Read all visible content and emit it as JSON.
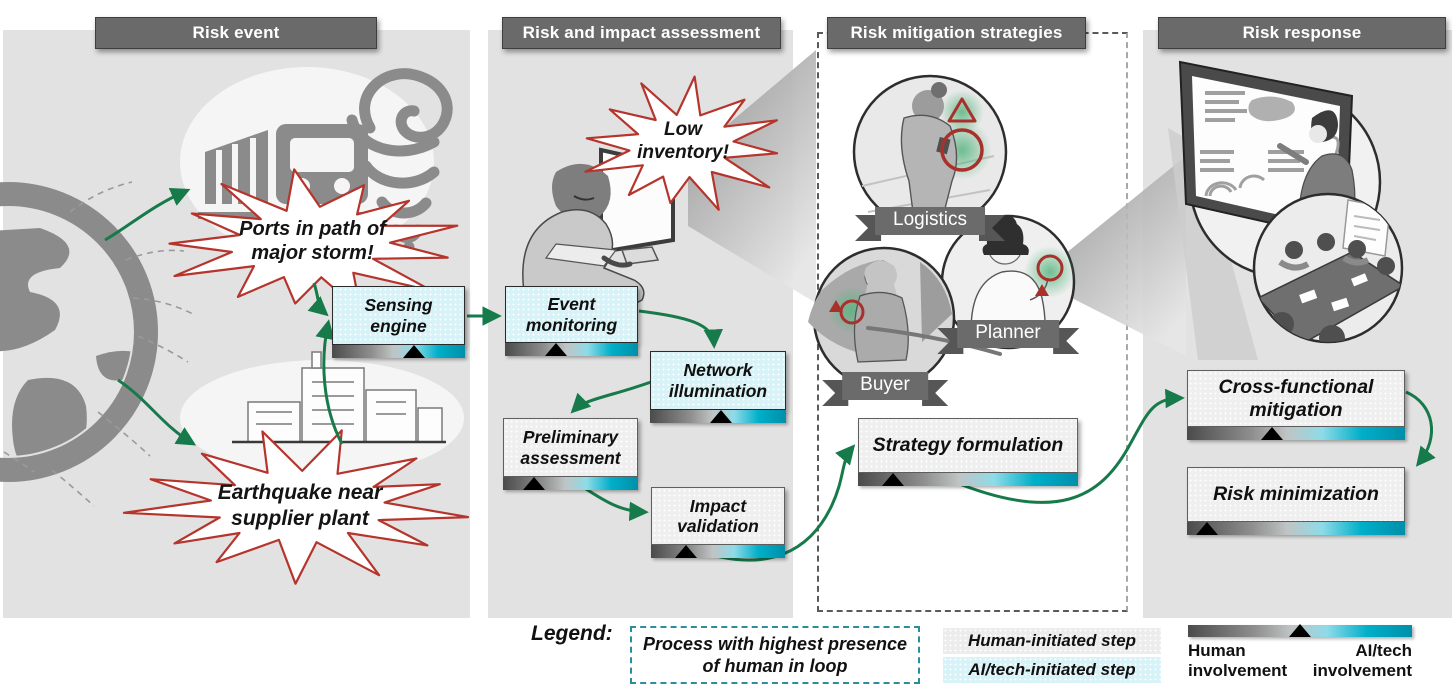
{
  "columns": [
    {
      "id": "risk_event",
      "header": "Risk event"
    },
    {
      "id": "risk_impact",
      "header": "Risk and impact assessment"
    },
    {
      "id": "risk_mitigation",
      "header": "Risk mitigation strategies"
    },
    {
      "id": "risk_response",
      "header": "Risk response"
    }
  ],
  "starbursts": {
    "ports": {
      "lines": [
        "Ports in path of",
        "major storm!"
      ]
    },
    "earthquake": {
      "lines": [
        "Earthquake near",
        "supplier plant"
      ]
    },
    "low_inventory": {
      "lines": [
        "Low",
        "inventory!"
      ]
    }
  },
  "steps": {
    "sensing_engine": {
      "label": "Sensing engine",
      "initiated_by": "ai",
      "involvement_marker_pct": 62
    },
    "event_monitoring": {
      "label": "Event monitoring",
      "initiated_by": "ai",
      "involvement_marker_pct": 38
    },
    "network_illumination": {
      "label": "Network illumination",
      "initiated_by": "ai",
      "involvement_marker_pct": 52
    },
    "preliminary_assessment": {
      "label": "Preliminary assessment",
      "initiated_by": "human",
      "involvement_marker_pct": 23
    },
    "impact_validation": {
      "label": "Impact validation",
      "initiated_by": "human",
      "involvement_marker_pct": 26
    },
    "strategy_formulation": {
      "label": "Strategy formulation",
      "initiated_by": "human",
      "involvement_marker_pct": 16
    },
    "cross_functional_mitigation": {
      "label": "Cross-functional mitigation",
      "initiated_by": "human",
      "involvement_marker_pct": 39
    },
    "risk_minimization": {
      "label": "Risk minimization",
      "initiated_by": "human",
      "involvement_marker_pct": 9
    }
  },
  "roles": {
    "logistics": "Logistics",
    "planner": "Planner",
    "buyer": "Buyer"
  },
  "legend": {
    "title": "Legend:",
    "highest_human_process": "Process with highest presence of human in loop",
    "human_step": "Human-initiated step",
    "ai_step": "AI/tech-initiated step",
    "scale_left": "Human involvement",
    "scale_right": "AI/tech involvement",
    "scale_marker_pct": 50
  },
  "colors": {
    "ai_step_fill": "#d7f3f8",
    "human_step_fill": "#efefef",
    "arrow_green": "#177a4b",
    "alert_red": "#b5342c",
    "header_gray": "#6a6a6a",
    "scale_teal": "#00afc9"
  }
}
